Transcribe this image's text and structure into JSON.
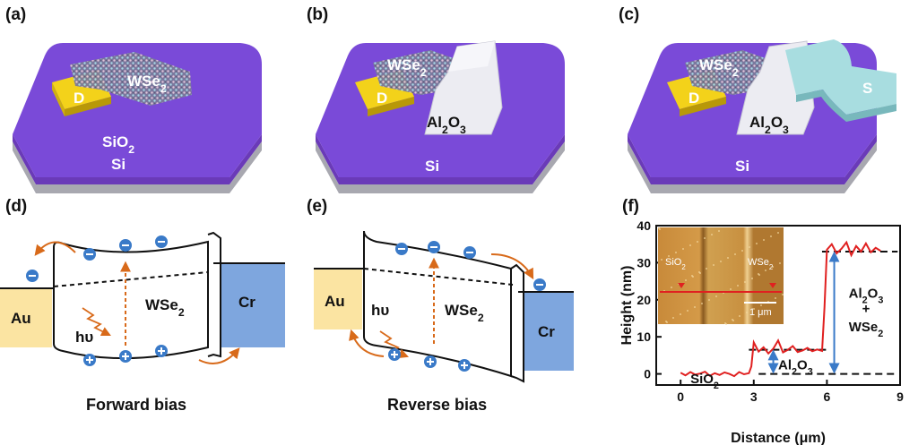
{
  "panels": {
    "a": {
      "label": "(a)",
      "drain": "D",
      "flake": "WSe2",
      "oxide": "SiO2",
      "substrate": "Si"
    },
    "b": {
      "label": "(b)",
      "flake": "WSe2",
      "drain": "D",
      "dielectric": "Al2O3",
      "substrate": "Si"
    },
    "c": {
      "label": "(c)",
      "flake": "WSe2",
      "drain": "D",
      "dielectric": "Al2O3",
      "source": "S",
      "substrate": "Si"
    },
    "d": {
      "label": "(d)",
      "left_metal": "Au",
      "right_metal": "Cr",
      "semiconductor": "WSe2",
      "photon": "hυ",
      "bias": "Forward bias"
    },
    "e": {
      "label": "(e)",
      "left_metal": "Au",
      "right_metal": "Cr",
      "semiconductor": "WSe2",
      "photon": "hυ",
      "bias": "Reverse bias"
    },
    "f": {
      "label": "(f)"
    }
  },
  "chart_data": {
    "type": "line",
    "xlabel": "Distance (μm)",
    "ylabel": "Height (nm)",
    "xlim": [
      -1,
      9
    ],
    "ylim": [
      -3,
      40
    ],
    "xticks": [
      0,
      3,
      6,
      9
    ],
    "yticks": [
      0,
      10,
      20,
      30,
      40
    ],
    "series": [
      {
        "color": "#e02020",
        "x": [
          0.0,
          0.2,
          0.4,
          0.6,
          0.8,
          1.0,
          1.2,
          1.4,
          1.6,
          1.8,
          2.0,
          2.2,
          2.4,
          2.6,
          2.8,
          2.9,
          3.0,
          3.2,
          3.4,
          3.6,
          3.8,
          4.0,
          4.2,
          4.4,
          4.6,
          4.8,
          5.0,
          5.2,
          5.4,
          5.6,
          5.8,
          5.9,
          6.0,
          6.2,
          6.4,
          6.6,
          6.8,
          7.0,
          7.2,
          7.4,
          7.6,
          7.8,
          8.0,
          8.2
        ],
        "y": [
          0.3,
          -0.4,
          0.5,
          -0.2,
          0.1,
          0.6,
          -0.5,
          0.2,
          -0.3,
          0.4,
          0.0,
          -0.6,
          0.5,
          -0.1,
          0.2,
          2.0,
          8.5,
          6.0,
          7.2,
          5.5,
          6.8,
          9.0,
          5.8,
          6.5,
          7.5,
          5.9,
          6.3,
          7.0,
          6.1,
          6.6,
          6.2,
          18.0,
          33.5,
          35.0,
          32.5,
          33.8,
          35.5,
          32.0,
          34.5,
          33.0,
          35.2,
          32.8,
          34.0,
          33.2
        ]
      }
    ],
    "reference_levels": [
      0,
      6.5,
      33
    ],
    "annotations": [
      "SiO2",
      "Al2O3",
      "Al2O3 + WSe2"
    ],
    "inset": {
      "left_label": "SiO2",
      "right_label": "WSe2",
      "scale_bar": "1 μm"
    }
  }
}
